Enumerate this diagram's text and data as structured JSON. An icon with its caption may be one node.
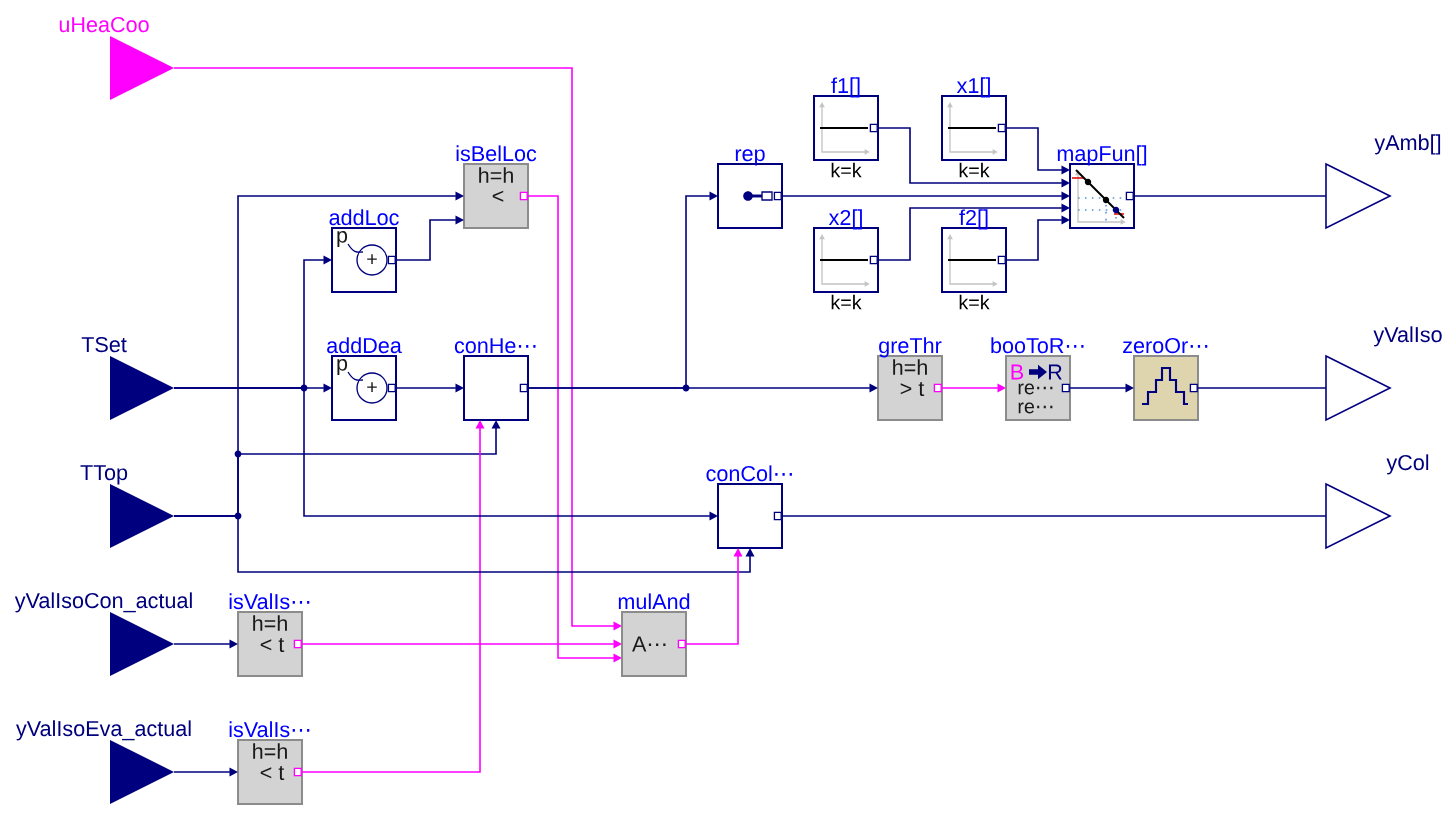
{
  "diagram": {
    "nodes": [
      {
        "text": [
          "uHeaCoo"
        ]
      },
      {
        "text": [
          "isBelLoc",
          "h=h",
          "<"
        ]
      },
      {
        "text": [
          "f1[]",
          "k=k"
        ]
      },
      {
        "text": [
          "x1[]",
          "k=k"
        ]
      },
      {
        "text": [
          "rep"
        ]
      },
      {
        "text": [
          "mapFun[]"
        ]
      },
      {
        "text": [
          "yAmb[]"
        ]
      },
      {
        "text": [
          "addLoc",
          "p",
          "+"
        ]
      },
      {
        "text": [
          "x2[]",
          "k=k"
        ]
      },
      {
        "text": [
          "f2[]",
          "k=k"
        ]
      },
      {
        "text": [
          "TSet"
        ]
      },
      {
        "text": [
          "addDea",
          "p",
          "+"
        ]
      },
      {
        "text": [
          "conHe⋯"
        ]
      },
      {
        "text": [
          "greThr",
          "h=h",
          "> t"
        ]
      },
      {
        "text": [
          "booToR⋯",
          "B",
          "R",
          "re⋯",
          "re⋯"
        ]
      },
      {
        "text": [
          "zeroOr⋯"
        ]
      },
      {
        "text": [
          "yValIso"
        ]
      },
      {
        "text": [
          "TTop"
        ]
      },
      {
        "text": [
          "conCol⋯"
        ]
      },
      {
        "text": [
          "yCol"
        ]
      },
      {
        "text": [
          "yValIsoCon_actual"
        ]
      },
      {
        "text": [
          "isValIs⋯",
          "h=h",
          "< t"
        ]
      },
      {
        "text": [
          "mulAnd",
          "A⋯"
        ]
      },
      {
        "text": [
          "yValIsoEva_actual"
        ]
      },
      {
        "text": [
          "isValIs⋯",
          "h=h",
          "< t"
        ]
      }
    ],
    "edges": [
      {
        "from": 0,
        "to": 22,
        "arrow": "to",
        "color": "#ff00ff"
      },
      {
        "from": 17,
        "to": 1,
        "arrow": "to"
      },
      {
        "from": 7,
        "to": 1,
        "arrow": "to"
      },
      {
        "from": 10,
        "to": 7,
        "arrow": "to"
      },
      {
        "from": 1,
        "to": 22,
        "arrow": "to",
        "color": "#ff00ff"
      },
      {
        "from": 10,
        "to": 11,
        "arrow": "to"
      },
      {
        "from": 11,
        "to": 12,
        "arrow": "to"
      },
      {
        "from": 17,
        "to": 12,
        "arrow": "to"
      },
      {
        "from": 24,
        "to": 12,
        "arrow": "to",
        "color": "#ff00ff"
      },
      {
        "from": 12,
        "to": 4,
        "arrow": "to"
      },
      {
        "from": 12,
        "to": 13,
        "arrow": "to"
      },
      {
        "from": 4,
        "to": 5,
        "arrow": "to"
      },
      {
        "from": 2,
        "to": 5,
        "arrow": "to"
      },
      {
        "from": 3,
        "to": 5,
        "arrow": "to"
      },
      {
        "from": 8,
        "to": 5,
        "arrow": "to"
      },
      {
        "from": 9,
        "to": 5,
        "arrow": "to"
      },
      {
        "from": 5,
        "to": 6,
        "arrow": "none"
      },
      {
        "from": 13,
        "to": 14,
        "arrow": "to",
        "color": "#ff00ff"
      },
      {
        "from": 14,
        "to": 15,
        "arrow": "to"
      },
      {
        "from": 15,
        "to": 16,
        "arrow": "none"
      },
      {
        "from": 10,
        "to": 18,
        "arrow": "to"
      },
      {
        "from": 17,
        "to": 18,
        "arrow": "to"
      },
      {
        "from": 18,
        "to": 19,
        "arrow": "none"
      },
      {
        "from": 20,
        "to": 21,
        "arrow": "to"
      },
      {
        "from": 21,
        "to": 22,
        "arrow": "to",
        "color": "#ff00ff"
      },
      {
        "from": 22,
        "to": 18,
        "arrow": "to",
        "color": "#ff00ff"
      },
      {
        "from": 23,
        "to": 24,
        "arrow": "to"
      }
    ]
  }
}
